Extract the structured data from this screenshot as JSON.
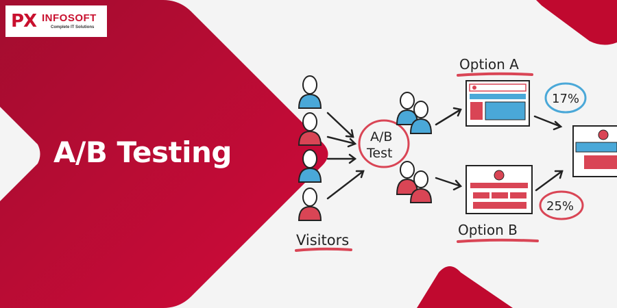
{
  "logo": {
    "mark": "PX",
    "name": "INFOSOFT",
    "tagline": "Complete IT Solutions"
  },
  "title": "A/B Testing",
  "diagram": {
    "visitors_label": "Visitors",
    "test_label_line1": "A/B",
    "test_label_line2": "Test",
    "option_a_label": "Option A",
    "option_b_label": "Option B",
    "option_a_rate": "17%",
    "option_b_rate": "25%"
  },
  "colors": {
    "brand_red": "#c8102e",
    "accent_blue": "#4aa8d8",
    "outline": "#222222"
  }
}
